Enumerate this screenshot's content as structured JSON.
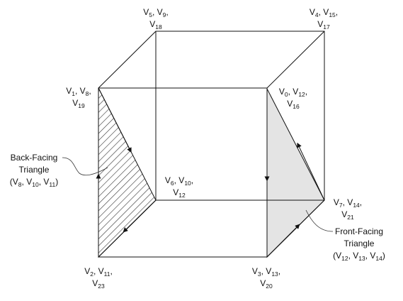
{
  "colors": {
    "stroke": "#111111",
    "back_face_hatch": "#333333",
    "front_face_fill": "#e4e4e4",
    "background": "#ffffff"
  },
  "vertex_labels": {
    "top_back_left": {
      "line1": [
        [
          "V",
          "5"
        ],
        [
          "V",
          "9"
        ]
      ],
      "line1_tail": ",",
      "line2": [
        [
          "V",
          "18"
        ]
      ]
    },
    "top_back_right": {
      "line1": [
        [
          "V",
          "4"
        ],
        [
          "V",
          "15"
        ]
      ],
      "line1_tail": ",",
      "line2": [
        [
          "V",
          "17"
        ]
      ]
    },
    "top_front_left": {
      "line1": [
        [
          "V",
          "1"
        ],
        [
          "V",
          "8"
        ]
      ],
      "line1_tail": ",",
      "line2": [
        [
          "V",
          "19"
        ]
      ]
    },
    "top_front_right": {
      "line1": [
        [
          "V",
          "0"
        ],
        [
          "V",
          "12"
        ]
      ],
      "line1_tail": ",",
      "line2": [
        [
          "V",
          "16"
        ]
      ]
    },
    "bottom_back_left": {
      "line1": [
        [
          "V",
          "6"
        ],
        [
          "V",
          "10"
        ]
      ],
      "line1_tail": ",",
      "line2": [
        [
          "V",
          "12"
        ]
      ]
    },
    "bottom_back_right": {
      "line1": [
        [
          "V",
          "7"
        ],
        [
          "V",
          "14"
        ]
      ],
      "line1_tail": ",",
      "line2": [
        [
          "V",
          "21"
        ]
      ]
    },
    "bottom_front_left": {
      "line1": [
        [
          "V",
          "2"
        ],
        [
          "V",
          "11"
        ]
      ],
      "line1_tail": ",",
      "line2": [
        [
          "V",
          "23"
        ]
      ]
    },
    "bottom_front_right": {
      "line1": [
        [
          "V",
          "3"
        ],
        [
          "V",
          "13"
        ]
      ],
      "line1_tail": ",",
      "line2": [
        [
          "V",
          "20"
        ]
      ]
    }
  },
  "back_facing": {
    "title_line1": "Back-Facing",
    "title_line2": "Triangle",
    "vertices": [
      [
        "V",
        "8"
      ],
      [
        "V",
        "10"
      ],
      [
        "V",
        "11"
      ]
    ]
  },
  "front_facing": {
    "title_line1": "Front-Facing",
    "title_line2": "Triangle",
    "vertices": [
      [
        "V",
        "12"
      ],
      [
        "V",
        "13"
      ],
      [
        "V",
        "14"
      ]
    ]
  }
}
